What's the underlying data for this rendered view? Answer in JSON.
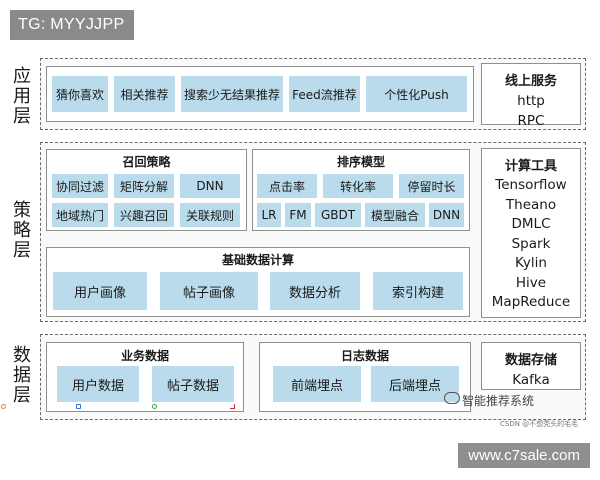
{
  "tag": "TG: MYYJJPP",
  "layers": {
    "app": "应用层",
    "strategy": "策略层",
    "data": "数据层"
  },
  "app_row": [
    "猜你喜欢",
    "相关推荐",
    "搜索少无结果推荐",
    "Feed流推荐",
    "个性化Push"
  ],
  "online_service": {
    "title": "线上服务",
    "items": [
      "http",
      "RPC"
    ]
  },
  "recall": {
    "title": "召回策略",
    "row1": [
      "协同过滤",
      "矩阵分解",
      "DNN"
    ],
    "row2": [
      "地域热门",
      "兴趣召回",
      "关联规则"
    ]
  },
  "ranking": {
    "title": "排序模型",
    "row1": [
      "点击率",
      "转化率",
      "停留时长"
    ],
    "row2": [
      "LR",
      "FM",
      "GBDT",
      "模型融合",
      "DNN"
    ]
  },
  "basic_compute": {
    "title": "基础数据计算",
    "items": [
      "用户画像",
      "帖子画像",
      "数据分析",
      "索引构建"
    ]
  },
  "compute_tools": {
    "title": "计算工具",
    "items": [
      "Tensorflow",
      "Theano",
      "DMLC",
      "Spark",
      "Kylin",
      "Hive",
      "MapReduce"
    ]
  },
  "business_data": {
    "title": "业务数据",
    "items": [
      "用户数据",
      "帖子数据"
    ]
  },
  "log_data": {
    "title": "日志数据",
    "items": [
      "前端埋点",
      "后端埋点"
    ]
  },
  "data_storage": {
    "title": "数据存储",
    "items": [
      "Kafka"
    ]
  },
  "watermark_cn": "智能推荐系统",
  "watermark_csdn": "CSDN @不想秃头的毛毛",
  "watermark_site": "www.c7sale.com"
}
